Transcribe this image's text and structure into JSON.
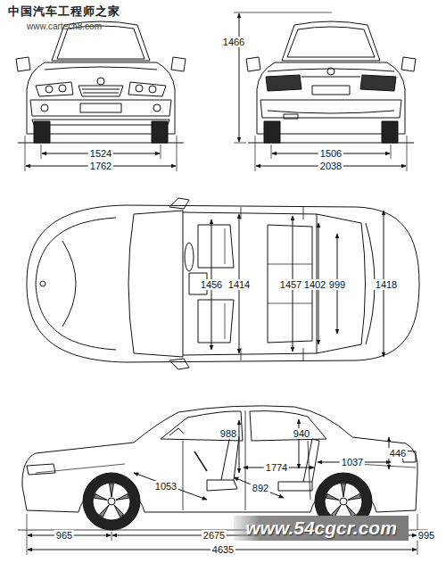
{
  "diagram": {
    "labels": [
      "中国汽车工程师之家",
      "www.cartech8.com",
      "1466",
      "1524",
      "1762",
      "1506",
      "2038",
      "1456",
      "1414",
      "1457",
      "1402",
      "999",
      "1418",
      "988",
      "940",
      "1774",
      "1037",
      "446",
      "1053",
      "892",
      "965",
      "2675",
      "995",
      "4635",
      "www.54cgcr.com"
    ]
  }
}
